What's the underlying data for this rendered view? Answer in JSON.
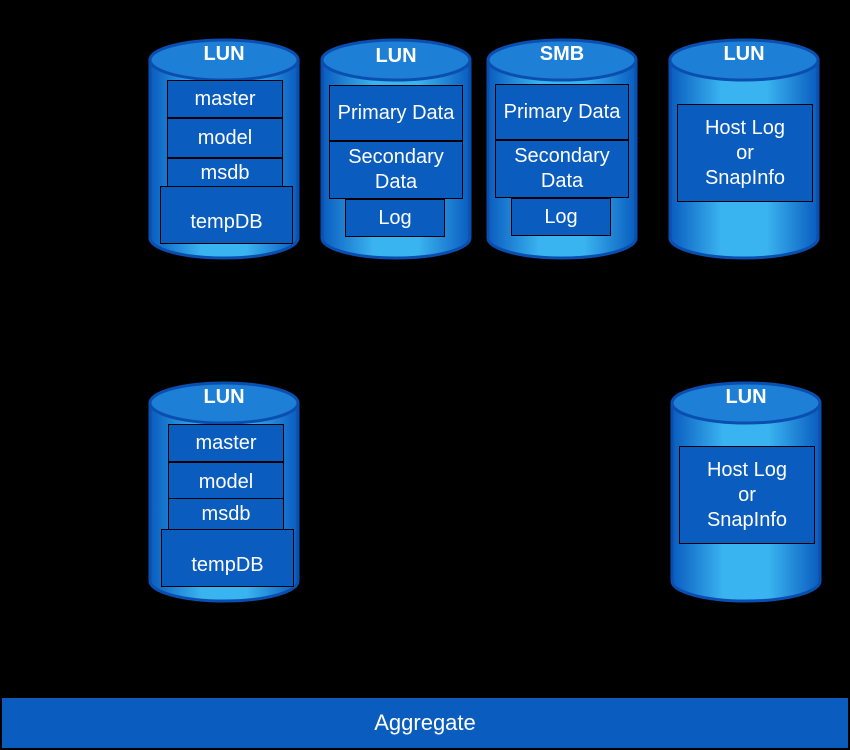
{
  "top_row": [
    {
      "title": "LUN",
      "items": [
        "master",
        "model",
        "msdb",
        "tempDB"
      ]
    },
    {
      "title": "LUN",
      "items": [
        "Primary Data",
        "Secondary Data",
        "Log"
      ]
    },
    {
      "title": "SMB",
      "items": [
        "Primary Data",
        "Secondary Data",
        "Log"
      ]
    },
    {
      "title": "LUN",
      "items": [
        "Host Log or SnapInfo"
      ]
    }
  ],
  "bottom_row": [
    {
      "title": "LUN",
      "items": [
        "master",
        "model",
        "msdb",
        "tempDB"
      ]
    },
    {
      "title": "LUN",
      "items": [
        "Host Log or SnapInfo"
      ]
    }
  ],
  "aggregate_label": "Aggregate",
  "colors": {
    "background": "#000000",
    "cylinder_light": "#29a8e8",
    "cylinder_dark": "#0a5cbf",
    "box": "#0a5cbf"
  }
}
